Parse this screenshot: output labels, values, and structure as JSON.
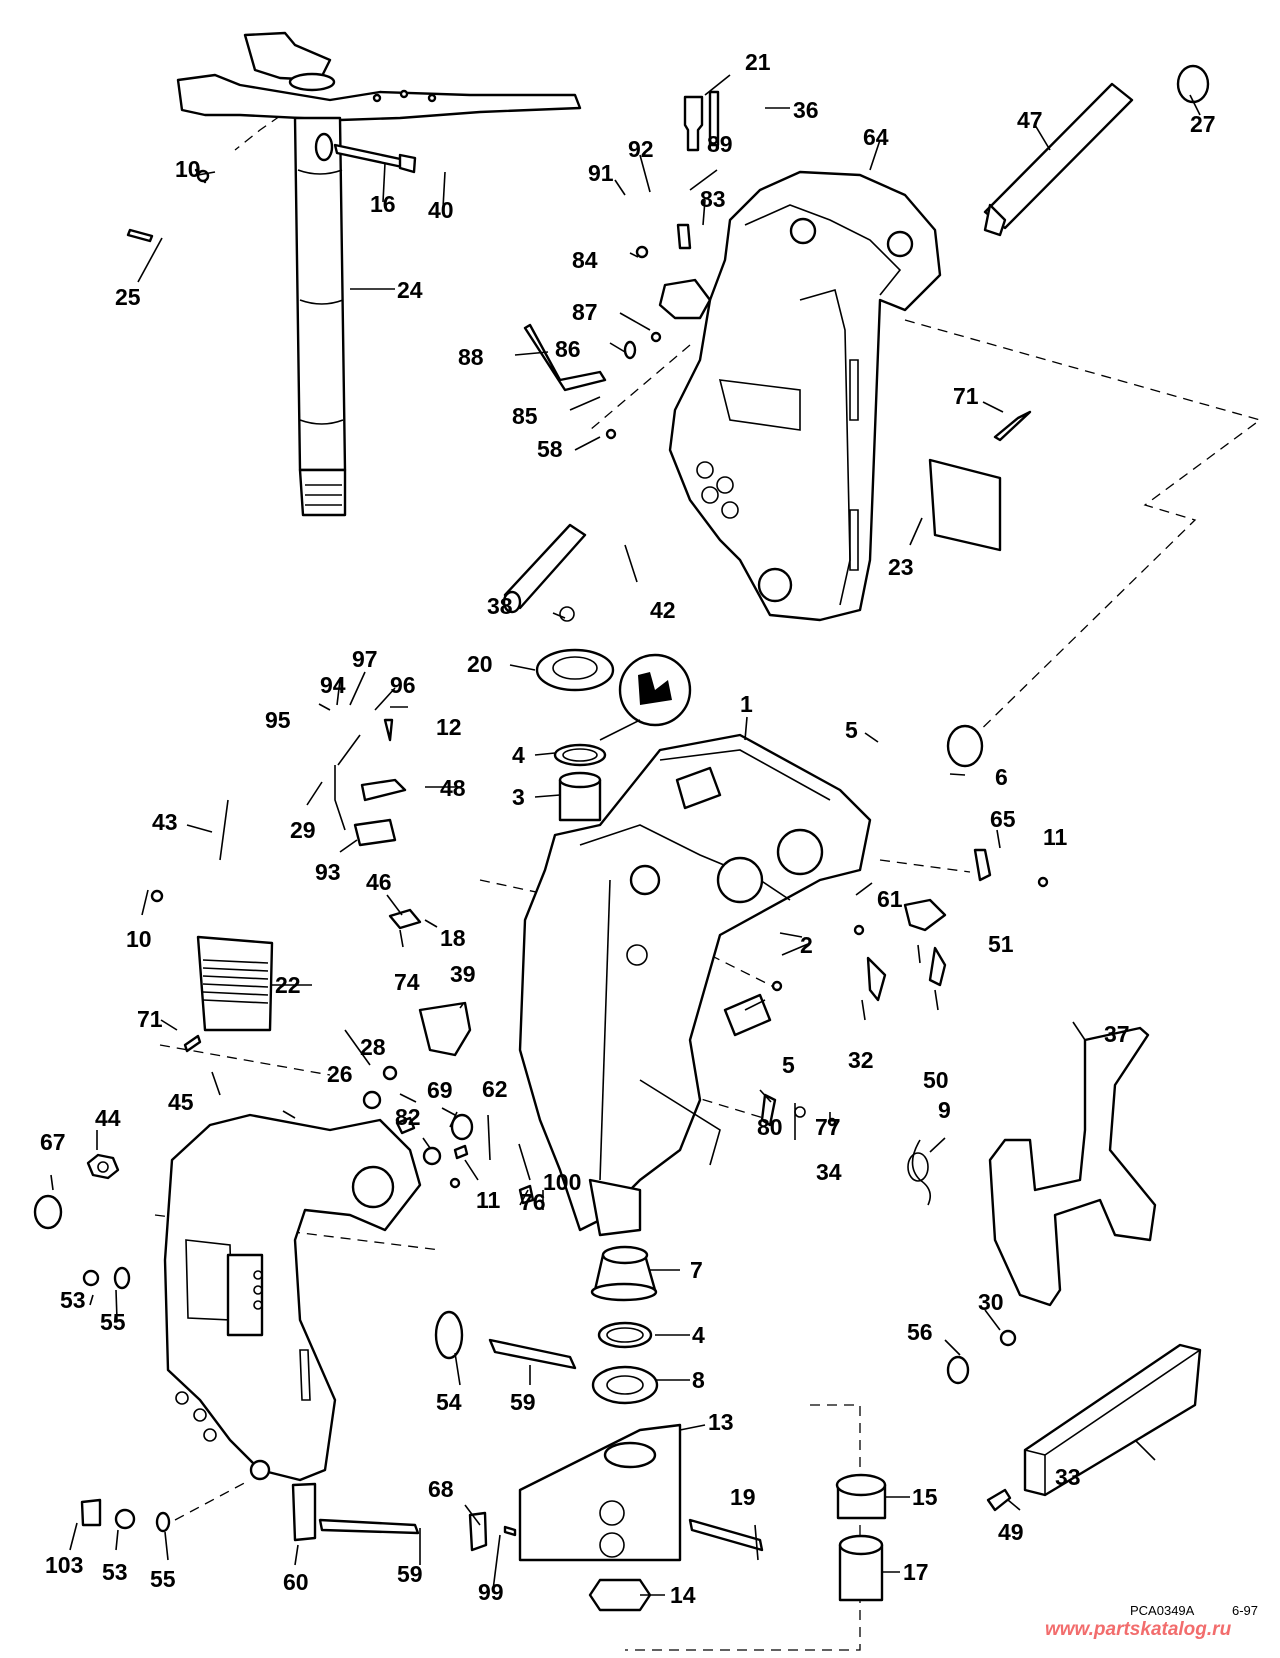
{
  "diagram": {
    "title": "Outboard swivel bracket / stern bracket exploded parts diagram",
    "drawing_code": "PCA0349A",
    "date_code": "6-97",
    "watermark": "www.partskatalog.ru",
    "watermark_color": "#f26d6d",
    "line_color": "#000000",
    "background_color": "#ffffff",
    "callouts": [
      {
        "id": "c1",
        "label": "1",
        "part": "swivel-bracket"
      },
      {
        "id": "c2",
        "label": "2",
        "part": "screw"
      },
      {
        "id": "c3",
        "label": "3",
        "part": "bushing-upper"
      },
      {
        "id": "c4a",
        "label": "4",
        "part": "seal-upper"
      },
      {
        "id": "c4b",
        "label": "4",
        "part": "seal-lower"
      },
      {
        "id": "c5a",
        "label": "5",
        "part": "bushing-tilt-upper"
      },
      {
        "id": "c5b",
        "label": "5",
        "part": "bushing-tilt-lower"
      },
      {
        "id": "c6",
        "label": "6",
        "part": "thrust-washer"
      },
      {
        "id": "c7",
        "label": "7",
        "part": "bushing-lower"
      },
      {
        "id": "c8",
        "label": "8",
        "part": "seal-lower-mount"
      },
      {
        "id": "c9",
        "label": "9",
        "part": "spring"
      },
      {
        "id": "c10a",
        "label": "10",
        "part": "screw-steering-arm"
      },
      {
        "id": "c10b",
        "label": "10",
        "part": "screw-ground"
      },
      {
        "id": "c11a",
        "label": "11",
        "part": "screw-clip"
      },
      {
        "id": "c11b",
        "label": "11",
        "part": "screw-lower"
      },
      {
        "id": "c12",
        "label": "12",
        "part": "screw-switch"
      },
      {
        "id": "c13",
        "label": "13",
        "part": "lower-mount-bracket"
      },
      {
        "id": "c14",
        "label": "14",
        "part": "nut"
      },
      {
        "id": "c15",
        "label": "15",
        "part": "mount-upper"
      },
      {
        "id": "c16",
        "label": "16",
        "part": "washer"
      },
      {
        "id": "c17",
        "label": "17",
        "part": "mount-lower"
      },
      {
        "id": "c18",
        "label": "18",
        "part": "spring-detent"
      },
      {
        "id": "c19",
        "label": "19",
        "part": "screw-mount"
      },
      {
        "id": "c20",
        "label": "20",
        "part": "thrust-washer-steering"
      },
      {
        "id": "c21",
        "label": "21",
        "part": "grease-fitting"
      },
      {
        "id": "c22",
        "label": "22",
        "part": "cover"
      },
      {
        "id": "c23",
        "label": "23",
        "part": "wire-bail"
      },
      {
        "id": "c24",
        "label": "24",
        "part": "steering-shaft"
      },
      {
        "id": "c25",
        "label": "25",
        "part": "pin"
      },
      {
        "id": "c26",
        "label": "26",
        "part": "bolt"
      },
      {
        "id": "c27",
        "label": "27",
        "part": "nut-tilt-tube"
      },
      {
        "id": "c28",
        "label": "28",
        "part": "nut-small"
      },
      {
        "id": "c29",
        "label": "29",
        "part": "harness"
      },
      {
        "id": "c30",
        "label": "30",
        "part": "nut-lock"
      },
      {
        "id": "c32",
        "label": "32",
        "part": "clamp-half-left"
      },
      {
        "id": "c33",
        "label": "33",
        "part": "anode"
      },
      {
        "id": "c34",
        "label": "34",
        "part": "washer-lock"
      },
      {
        "id": "c36",
        "label": "36",
        "part": "spring-tilt"
      },
      {
        "id": "c37",
        "label": "37",
        "part": "tilt-lock-lever"
      },
      {
        "id": "c38",
        "label": "38",
        "part": "retaining-ring"
      },
      {
        "id": "c39",
        "label": "39",
        "part": "lever"
      },
      {
        "id": "c40",
        "label": "40",
        "part": "bolt-long"
      },
      {
        "id": "c42",
        "label": "42",
        "part": "pin-tilt"
      },
      {
        "id": "c43",
        "label": "43",
        "part": "ground-strap"
      },
      {
        "id": "c44",
        "label": "44",
        "part": "nut-tilt"
      },
      {
        "id": "c45",
        "label": "45",
        "part": "stern-bracket-left"
      },
      {
        "id": "c46",
        "label": "46",
        "part": "ball"
      },
      {
        "id": "c47",
        "label": "47",
        "part": "tilt-tube"
      },
      {
        "id": "c48",
        "label": "48",
        "part": "bracket-switch"
      },
      {
        "id": "c49",
        "label": "49",
        "part": "screw-anode"
      },
      {
        "id": "c50",
        "label": "50",
        "part": "clamp-half-right"
      },
      {
        "id": "c51",
        "label": "51",
        "part": "clip"
      },
      {
        "id": "c53a",
        "label": "53",
        "part": "nut"
      },
      {
        "id": "c53b",
        "label": "53",
        "part": "nut-lower"
      },
      {
        "id": "c54",
        "label": "54",
        "part": "washer-large"
      },
      {
        "id": "c55a",
        "label": "55",
        "part": "washer"
      },
      {
        "id": "c55b",
        "label": "55",
        "part": "washer-lower"
      },
      {
        "id": "c56",
        "label": "56",
        "part": "screw-flat"
      },
      {
        "id": "c58",
        "label": "58",
        "part": "screw-small"
      },
      {
        "id": "c59a",
        "label": "59",
        "part": "bolt"
      },
      {
        "id": "c59b",
        "label": "59",
        "part": "bolt-lower"
      },
      {
        "id": "c60",
        "label": "60",
        "part": "plate"
      },
      {
        "id": "c61",
        "label": "61",
        "part": "screw"
      },
      {
        "id": "c62",
        "label": "62",
        "part": "clip-nut"
      },
      {
        "id": "c64",
        "label": "64",
        "part": "stern-bracket-right"
      },
      {
        "id": "c65",
        "label": "65",
        "part": "clip-wire"
      },
      {
        "id": "c67",
        "label": "67",
        "part": "cap"
      },
      {
        "id": "c68",
        "label": "68",
        "part": "clip"
      },
      {
        "id": "c69",
        "label": "69",
        "part": "bushing-small"
      },
      {
        "id": "c71a",
        "label": "71",
        "part": "screw-bracket"
      },
      {
        "id": "c71b",
        "label": "71",
        "part": "screw-cover"
      },
      {
        "id": "c74",
        "label": "74",
        "part": "plunger"
      },
      {
        "id": "c76",
        "label": "76",
        "part": "screw-small-lower"
      },
      {
        "id": "c77",
        "label": "77",
        "part": "screw-tiny"
      },
      {
        "id": "c80",
        "label": "80",
        "part": "clip"
      },
      {
        "id": "c82",
        "label": "82",
        "part": "screw-shoulder"
      },
      {
        "id": "c83",
        "label": "83",
        "part": "trim-sender"
      },
      {
        "id": "c84",
        "label": "84",
        "part": "terminal"
      },
      {
        "id": "c85",
        "label": "85",
        "part": "screw-tiny"
      },
      {
        "id": "c86",
        "label": "86",
        "part": "o-ring"
      },
      {
        "id": "c87",
        "label": "87",
        "part": "nut-tiny"
      },
      {
        "id": "c88",
        "label": "88",
        "part": "lever-arm"
      },
      {
        "id": "c89",
        "label": "89",
        "part": "sleeve"
      },
      {
        "id": "c91",
        "label": "91",
        "part": "terminal"
      },
      {
        "id": "c92",
        "label": "92",
        "part": "terminal"
      },
      {
        "id": "c93",
        "label": "93",
        "part": "switch"
      },
      {
        "id": "c94",
        "label": "94",
        "part": "terminal"
      },
      {
        "id": "c95",
        "label": "95",
        "part": "terminal"
      },
      {
        "id": "c96",
        "label": "96",
        "part": "sleeve"
      },
      {
        "id": "c97",
        "label": "97",
        "part": "terminal"
      },
      {
        "id": "c99",
        "label": "99",
        "part": "pin-small"
      },
      {
        "id": "c100",
        "label": "100",
        "part": "clip"
      },
      {
        "id": "c103",
        "label": "103",
        "part": "spacer"
      }
    ]
  }
}
